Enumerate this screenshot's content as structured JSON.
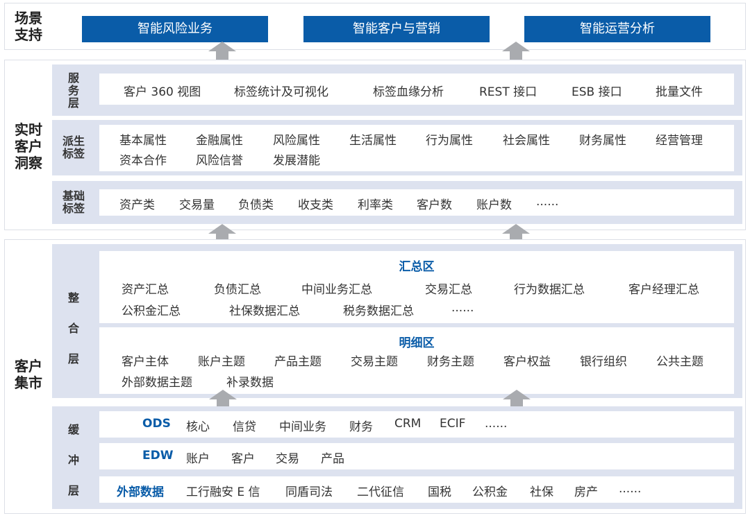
{
  "scene": {
    "title": "场景\n支持",
    "items": [
      "智能风险业务",
      "智能客户与营销",
      "智能运营分析"
    ]
  },
  "insight": {
    "title": "实时\n客户\n洞察",
    "service": {
      "label": "服\n务\n层",
      "items": [
        "客户 360 视图",
        "标签统计及可视化",
        "标签血缘分析",
        "REST 接口",
        "ESB 接口",
        "批量文件"
      ]
    },
    "derived": {
      "label": "派生\n标签",
      "row1": [
        "基本属性",
        "金融属性",
        "风险属性",
        "生活属性",
        "行为属性",
        "社会属性",
        "财务属性",
        "经营管理"
      ],
      "row2": [
        "资本合作",
        "风险信誉",
        "发展潜能"
      ]
    },
    "base": {
      "label": "基础\n标签",
      "items": [
        "资产类",
        "交易量",
        "负债类",
        "收支类",
        "利率类",
        "客户数",
        "账户数",
        "......"
      ]
    }
  },
  "mart": {
    "title": "客户\n集市",
    "integration": {
      "label": "整\n合\n层",
      "summary": {
        "title": "汇总区",
        "row1": [
          "资产汇总",
          "负债汇总",
          "中间业务汇总",
          "交易汇总",
          "行为数据汇总",
          "客户经理汇总"
        ],
        "row2": [
          "公积金汇总",
          "社保数据汇总",
          "税务数据汇总",
          "......"
        ]
      },
      "detail": {
        "title": "明细区",
        "row1": [
          "客户主体",
          "账户主题",
          "产品主题",
          "交易主题",
          "财务主题",
          "客户权益",
          "银行组织",
          "公共主题"
        ],
        "row2": [
          "外部数据主题",
          "补录数据"
        ]
      }
    },
    "buffer": {
      "label": "缓\n冲\n层",
      "ods": {
        "name": "ODS",
        "items": [
          "核心",
          "信贷",
          "中间业务",
          "财务",
          "CRM",
          "ECIF",
          "......"
        ]
      },
      "edw": {
        "name": "EDW",
        "items": [
          "账户",
          "客户",
          "交易",
          "产品"
        ]
      },
      "ext": {
        "name": "外部数据",
        "items": [
          "工行融安 E 信",
          "同盾司法",
          "二代征信",
          "国税",
          "公积金",
          "社保",
          "房产",
          "......"
        ]
      }
    }
  },
  "colors": {
    "accent": "#0a5ca8",
    "band": "#dde2ef",
    "arrow": "#a9abaf",
    "border": "#dcdfe6"
  }
}
